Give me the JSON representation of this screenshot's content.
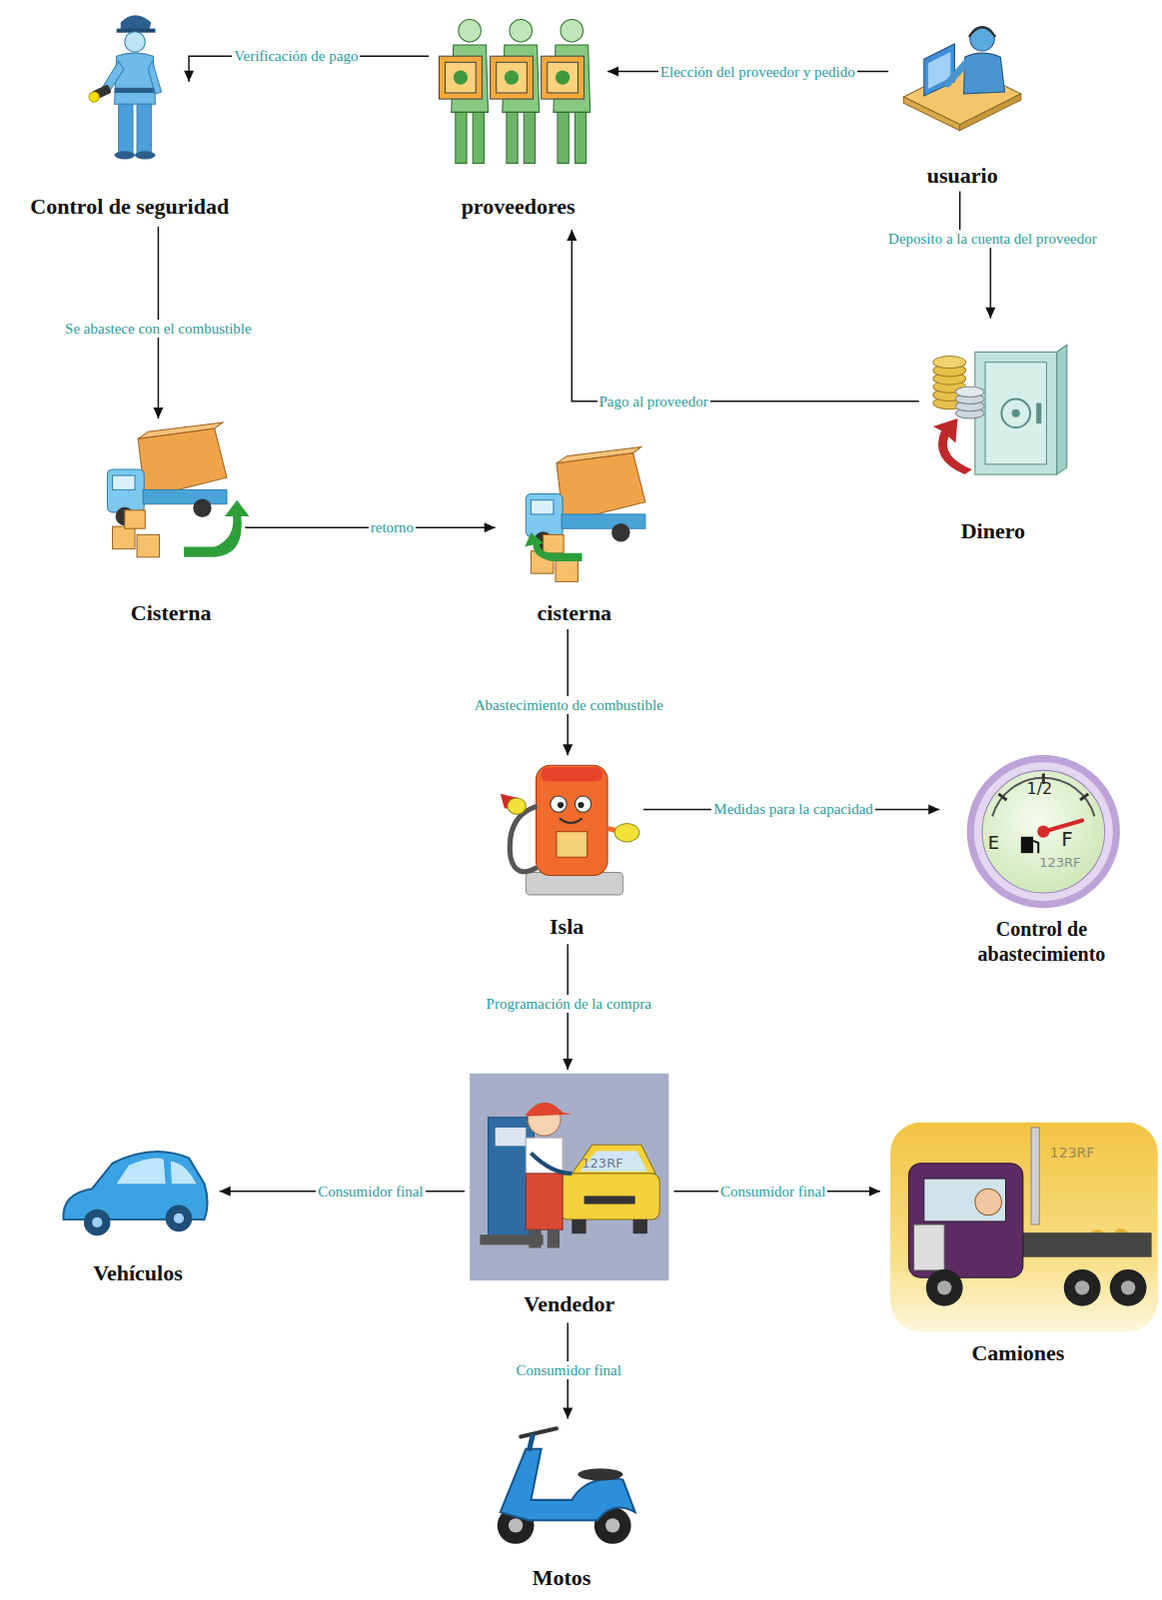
{
  "diagram": {
    "nodes": [
      {
        "text": [
          "Control de seguridad"
        ]
      },
      {
        "text": [
          "proveedores"
        ]
      },
      {
        "text": [
          "usuario"
        ]
      },
      {
        "text": [
          "Dinero"
        ]
      },
      {
        "text": [
          "Cisterna"
        ]
      },
      {
        "text": [
          "cisterna"
        ]
      },
      {
        "text": [
          "Isla"
        ]
      },
      {
        "text": [
          "Control de abastecimiento"
        ]
      },
      {
        "text": [
          "Vehículos"
        ]
      },
      {
        "text": [
          "Vendedor"
        ]
      },
      {
        "text": [
          "Camiones"
        ]
      },
      {
        "text": [
          "Motos"
        ]
      }
    ],
    "edges": [
      {
        "from": 1,
        "to": 0,
        "label": "Verificación de pago",
        "arrow": "to"
      },
      {
        "from": 2,
        "to": 1,
        "label": "Elección del proveedor y pedido",
        "arrow": "to"
      },
      {
        "from": 2,
        "to": 3,
        "label": "Deposito a la cuenta del proveedor",
        "arrow": "to"
      },
      {
        "from": 3,
        "to": 1,
        "label": "Pago al proveedor",
        "arrow": "to"
      },
      {
        "from": 0,
        "to": 4,
        "label": "Se abastece con el combustible",
        "arrow": "to"
      },
      {
        "from": 4,
        "to": 5,
        "label": "retorno",
        "arrow": "to"
      },
      {
        "from": 5,
        "to": 6,
        "label": "Abastecimiento de combustible",
        "arrow": "to"
      },
      {
        "from": 6,
        "to": 7,
        "label": "Medidas para la capacidad",
        "arrow": "to"
      },
      {
        "from": 6,
        "to": 9,
        "label": "Programación de la compra",
        "arrow": "to"
      },
      {
        "from": 9,
        "to": 8,
        "label": "Consumidor final",
        "arrow": "to"
      },
      {
        "from": 9,
        "to": 10,
        "label": "Consumidor final",
        "arrow": "to"
      },
      {
        "from": 9,
        "to": 11,
        "label": "Consumidor final",
        "arrow": "to"
      }
    ],
    "labels": [
      "1/2",
      "E",
      "F",
      "123RF",
      "123RF",
      "123RF"
    ]
  }
}
